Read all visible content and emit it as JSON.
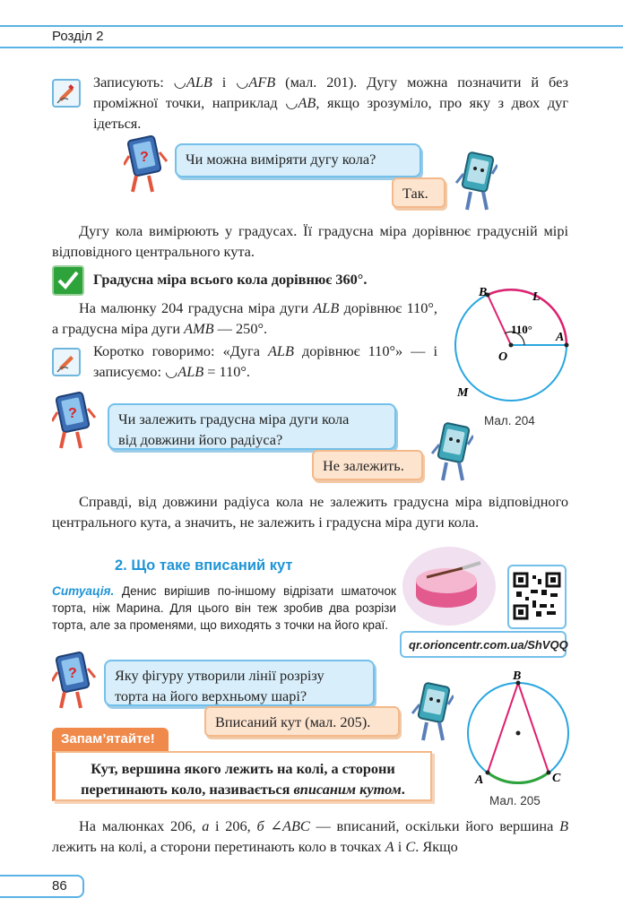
{
  "header": {
    "section": "Розділ 2"
  },
  "p1": {
    "t1": "Записують: ",
    "arc1": "ALB",
    "t2": " і ",
    "arc2": "AFB",
    "t3": " (мал. 201). Дугу можна позначити й без проміжної точки, наприклад ",
    "arc3": "AB",
    "t4": ", якщо зрозуміло, про яку з двох дуг ідеться."
  },
  "dialog1": {
    "question": "Чи можна виміряти дугу кола?",
    "answer": "Так."
  },
  "p2": "Дугу кола вимірюють у градусах. Її градусна міра дорівнює градусній мірі відповідного центрального кута.",
  "rule1": "Градусна міра всього кола дорівнює 360°.",
  "p3": {
    "t1": "На малюнку 204 градусна міра дуги ",
    "v1": "ALB",
    "t2": " дорівнює 110°, а градусна міра дуги ",
    "v2": "AMB",
    "t3": " — 250°."
  },
  "p4": {
    "t1": "Коротко говоримо: «Дуга ",
    "v1": "ALB",
    "t2": " дорівнює 110°» — і записуємо: ",
    "v2": "ALB",
    "t3": " = 110°."
  },
  "fig204": {
    "caption": "Мал. 204",
    "labels": {
      "B": "B",
      "L": "L",
      "A": "A",
      "O": "O",
      "M": "M",
      "angle": "110°"
    }
  },
  "dialog2": {
    "question_line1": "Чи залежить градусна міра дуги кола",
    "question_line2": "від довжини його радіуса?",
    "answer": "Не залежить."
  },
  "p5": "Справді, від довжини радіуса кола не залежить градусна міра відповідного центрального кута, а значить, не залежить і градусна міра дуги кола.",
  "section2": {
    "heading": "2. Що таке вписаний кут"
  },
  "situation": {
    "label": "Ситуація.",
    "text": " Денис вирішив по-іншому відрізати шматочок торта, ніж Марина. Для цього він теж зробив два розрізи торта, але за променями, що виходять з точки на його краї."
  },
  "qr": {
    "url": "qr.orioncentr.com.ua/ShVQQ"
  },
  "dialog3": {
    "question_line1": "Яку фігуру утворили лінії розрізу",
    "question_line2": "торта на його верхньому шарі?",
    "answer": "Вписаний кут (мал. 205)."
  },
  "remember": {
    "tab": "Запам’ятайте!",
    "line1": "Кут, вершина якого лежить на колі, а сторони",
    "line2a": "перетинають коло, називається ",
    "line2b": "вписаним кутом",
    "line2c": "."
  },
  "fig205": {
    "caption": "Мал. 205",
    "labels": {
      "B": "B",
      "A": "A",
      "C": "C"
    }
  },
  "p6": {
    "t1": "На малюнках 206, ",
    "a": "а",
    "t2": " і 206, ",
    "b": "б",
    "t3": " ∠",
    "abc": "ABC",
    "t4": " — вписаний, оскільки його вершина ",
    "B": "B",
    "t5": " лежить на колі, а сторони перетинають коло в точках ",
    "A": "A",
    "t6": " і ",
    "C": "C",
    "t7": ". Якщо"
  },
  "footer": {
    "page": "86"
  },
  "colors": {
    "accent_blue": "#5ab2e6",
    "bubble_blue": "#d8eefa",
    "bubble_orange": "#fde4cf",
    "green": "#2fa33b",
    "magenta": "#e0206f"
  }
}
